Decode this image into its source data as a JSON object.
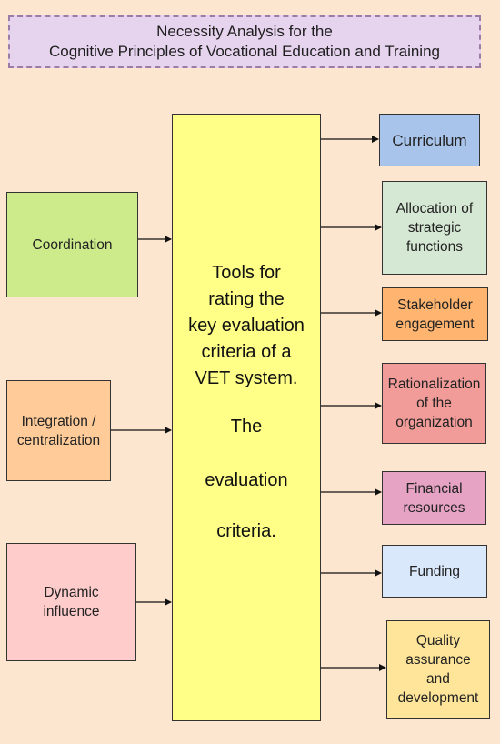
{
  "title": {
    "line1": "Necessity Analysis for the",
    "line2": "Cognitive Principles of Vocational Education and Training"
  },
  "inputs": [
    {
      "lines": [
        "Coordination"
      ],
      "color": "#cdeb8b"
    },
    {
      "lines": [
        "Integration /",
        "centralization"
      ],
      "color": "#ffcc99"
    },
    {
      "lines": [
        "Dynamic",
        "influence"
      ],
      "color": "#ffcccc"
    }
  ],
  "center": {
    "tool_lines": [
      "Tools for",
      "rating the",
      "key evaluation",
      "criteria of a",
      "VET system."
    ],
    "word_the": "The",
    "word_evaluation": "evaluation",
    "word_criteria": "criteria.",
    "color": "#ffff88"
  },
  "outputs": [
    {
      "lines": [
        "Curriculum"
      ],
      "color": "#a9c4eb"
    },
    {
      "lines": [
        "Allocation of",
        "strategic",
        "functions"
      ],
      "color": "#d5e8d4"
    },
    {
      "lines": [
        "Stakeholder",
        "engagement"
      ],
      "color": "#ffb570"
    },
    {
      "lines": [
        "Rationalization",
        "of the",
        "organization"
      ],
      "color": "#f19c99"
    },
    {
      "lines": [
        "Financial",
        "resources"
      ],
      "color": "#e6a3c4"
    },
    {
      "lines": [
        "Funding"
      ],
      "color": "#dae8fc"
    },
    {
      "lines": [
        "Quality",
        "assurance",
        "and",
        "development"
      ],
      "color": "#ffe599"
    }
  ]
}
